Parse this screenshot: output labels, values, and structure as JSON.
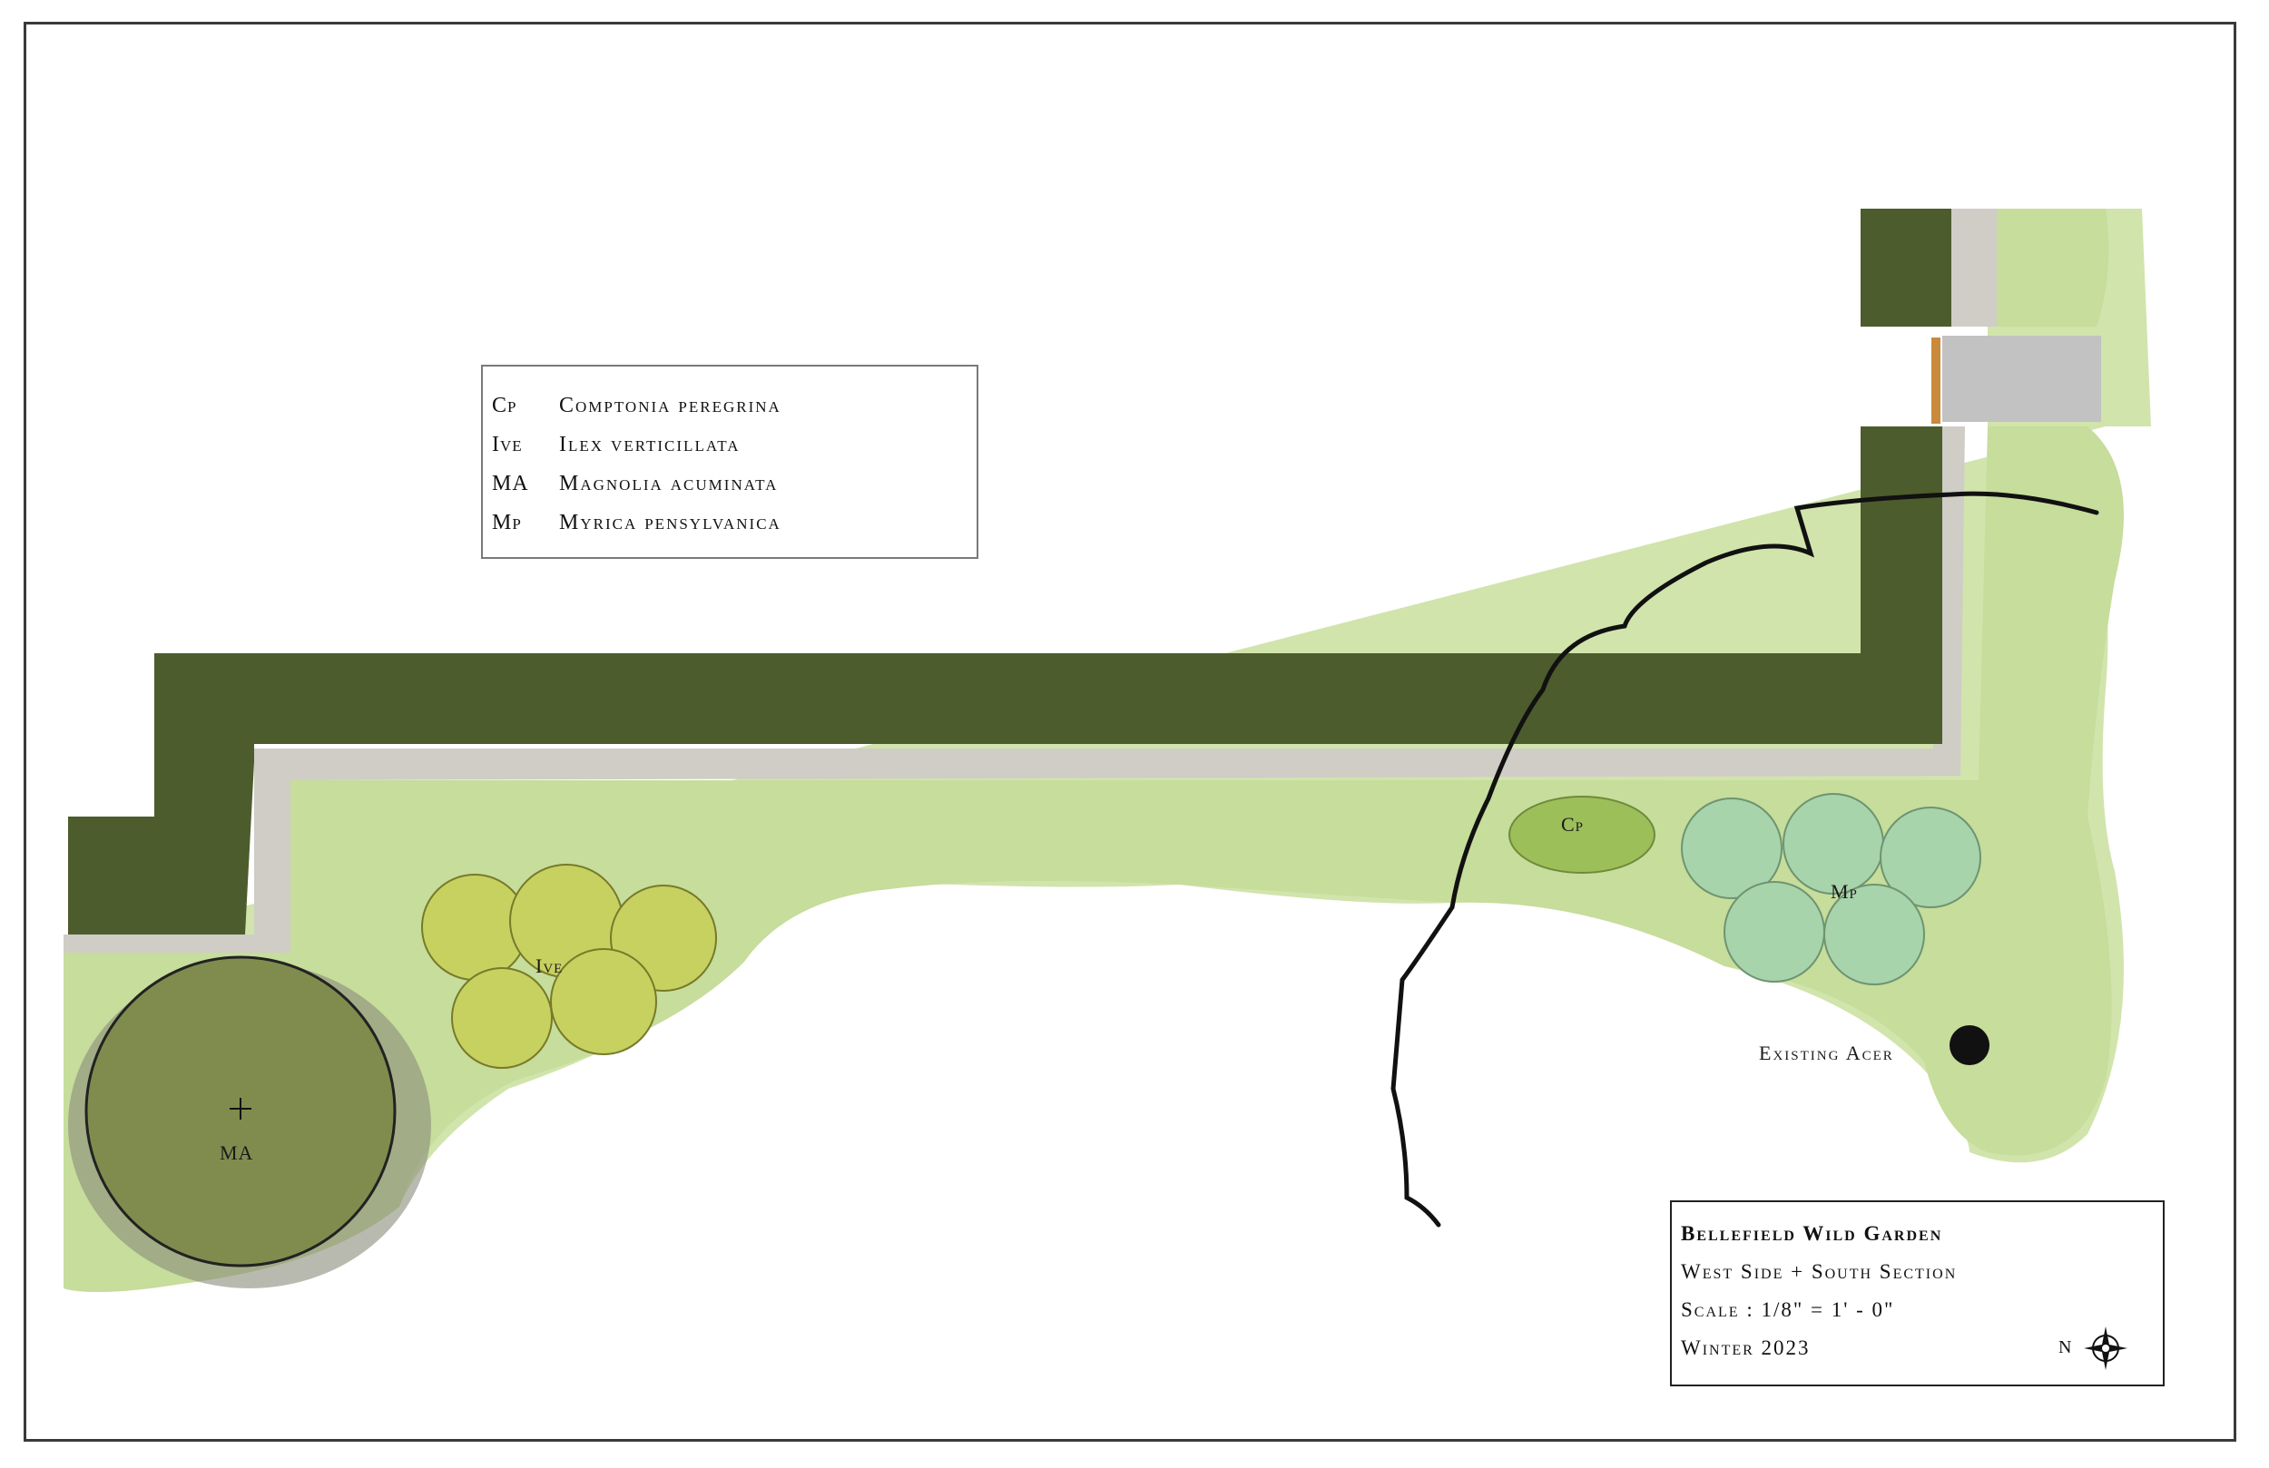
{
  "legend": {
    "items": [
      {
        "code": "Cp",
        "name": "Comptonia peregrina"
      },
      {
        "code": "Ive",
        "name": "Ilex verticillata"
      },
      {
        "code": "MA",
        "name": "Magnolia acuminata"
      },
      {
        "code": "Mp",
        "name": "Myrica pensylvanica"
      }
    ]
  },
  "labels": {
    "ive": "Ive",
    "ma": "MA",
    "cp": "Cp",
    "mp": "Mp",
    "acer": "Existing Acer"
  },
  "title_block": {
    "title": "Bellefield Wild Garden",
    "subtitle": "West Side + South Section",
    "scale": "Scale : 1/8\" = 1' - 0\"",
    "date": "Winter 2023",
    "north": "N"
  },
  "colors": {
    "hedge": "#4d5c2c",
    "lawn": "#cfe3a8",
    "path": "#cfcdc6",
    "magnolia": "#7f8c4d",
    "ilex": "#c7d160",
    "myrica": "#a8d4ab",
    "comptonia": "#9cbf5a"
  }
}
